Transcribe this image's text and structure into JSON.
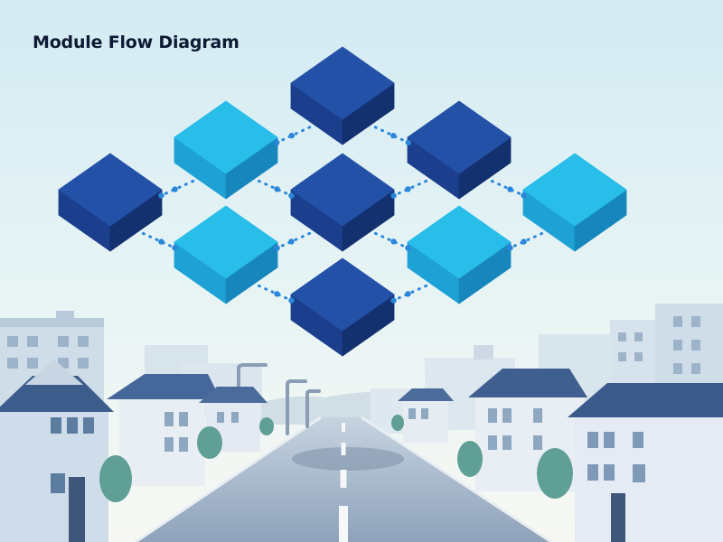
{
  "title": "Module Flow Diagram",
  "colors": {
    "sky_top": "#d5ecf3",
    "sky_bottom": "#f6f9f5",
    "module_dark": "#1f4aa6",
    "module_light": "#22b4e6",
    "connector": "#2a86d9",
    "road": "#9fb1c7",
    "house_roof": "#3d5d8f"
  },
  "diagram": {
    "modules": [
      {
        "id": "top",
        "tone": "dark"
      },
      {
        "id": "upper-left",
        "tone": "light"
      },
      {
        "id": "upper-right",
        "tone": "dark"
      },
      {
        "id": "left",
        "tone": "dark"
      },
      {
        "id": "center",
        "tone": "dark"
      },
      {
        "id": "right",
        "tone": "light"
      },
      {
        "id": "lower-left",
        "tone": "light"
      },
      {
        "id": "lower-right",
        "tone": "light"
      },
      {
        "id": "bottom",
        "tone": "dark"
      }
    ],
    "connections": [
      [
        "top",
        "upper-left"
      ],
      [
        "top",
        "upper-right"
      ],
      [
        "upper-left",
        "left"
      ],
      [
        "upper-left",
        "center"
      ],
      [
        "upper-right",
        "center"
      ],
      [
        "upper-right",
        "right"
      ],
      [
        "left",
        "lower-left"
      ],
      [
        "center",
        "lower-left"
      ],
      [
        "center",
        "lower-right"
      ],
      [
        "right",
        "lower-right"
      ],
      [
        "lower-left",
        "bottom"
      ],
      [
        "lower-right",
        "bottom"
      ]
    ]
  }
}
